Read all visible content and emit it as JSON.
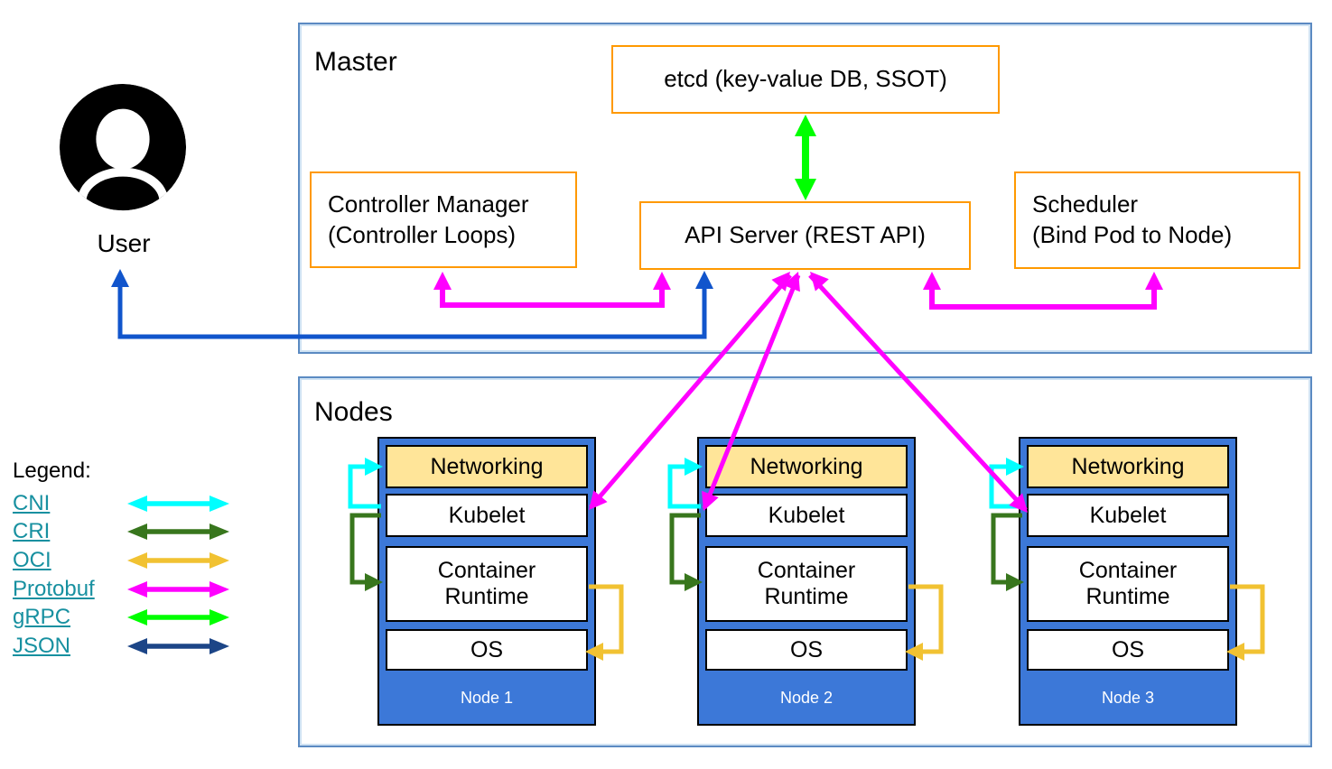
{
  "user": {
    "label": "User"
  },
  "master": {
    "title": "Master",
    "etcd_label": "etcd (key-value DB, SSOT)",
    "api_server_label": "API Server (REST API)",
    "controller_manager_line1": "Controller Manager",
    "controller_manager_line2": "(Controller Loops)",
    "scheduler_line1": "Scheduler",
    "scheduler_line2": "(Bind Pod to Node)"
  },
  "nodes_section": {
    "title": "Nodes",
    "nodes": [
      {
        "name": "Node 1",
        "layers": {
          "networking": "Networking",
          "kubelet": "Kubelet",
          "container_runtime": "Container Runtime",
          "os": "OS"
        }
      },
      {
        "name": "Node 2",
        "layers": {
          "networking": "Networking",
          "kubelet": "Kubelet",
          "container_runtime": "Container Runtime",
          "os": "OS"
        }
      },
      {
        "name": "Node 3",
        "layers": {
          "networking": "Networking",
          "kubelet": "Kubelet",
          "container_runtime": "Container Runtime",
          "os": "OS"
        }
      }
    ]
  },
  "legend": {
    "title": "Legend:",
    "items": [
      {
        "label": "CNI"
      },
      {
        "label": "CRI"
      },
      {
        "label": "OCI"
      },
      {
        "label": "Protobuf"
      },
      {
        "label": "gRPC"
      },
      {
        "label": "JSON"
      }
    ]
  },
  "colors": {
    "cni": "#00ffff",
    "cri": "#38761d",
    "oci": "#f1c232",
    "protobuf": "#ff00ff",
    "grpc": "#00ff00",
    "json": "#1c4587",
    "user_arrow": "#1155cc",
    "orange_border": "#ff9900",
    "outer_border": "#5b8ac2",
    "node_blue": "#3c78d8",
    "networking_fill": "#ffe599",
    "legend_link_teal": "#1790a0",
    "node_label_text": "#ffffff",
    "icon_black": "#000000"
  }
}
